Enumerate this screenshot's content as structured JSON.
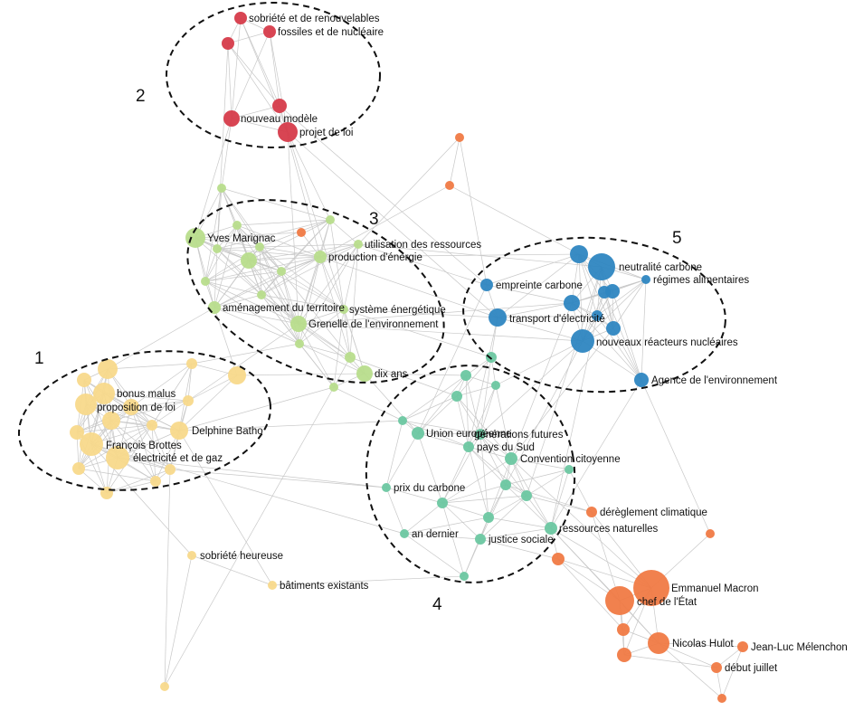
{
  "colors": {
    "red": "#d63b4a",
    "yellow": "#f8d98b",
    "lightgreen": "#b8dd8c",
    "teal": "#6cc7a1",
    "blue": "#2e86c1",
    "orange": "#f07a45",
    "paleyellow": "#f3ef9f",
    "edge": "#c8c8c8"
  },
  "clusters": [
    {
      "number": "1"
    },
    {
      "number": "2"
    },
    {
      "number": "3"
    },
    {
      "number": "4"
    },
    {
      "number": "5"
    }
  ],
  "labels": {
    "n_sobriete_renouv": "sobriété et de renouvelables",
    "n_fossiles": "fossiles et de nucléaire",
    "n_nouveau_modele": "nouveau modèle",
    "n_projet_loi": "projet de loi",
    "n_yves": "Yves Marignac",
    "n_utilisation": "utilisation des ressources",
    "n_production": "production d'énergie",
    "n_amenagement": "aménagement du territoire",
    "n_systeme": "système énergétique",
    "n_grenelle": "Grenelle de l'environnement",
    "n_dix_ans": "dix ans",
    "n_bonus": "bonus malus",
    "n_proposition": "proposition de loi",
    "n_batho": "Delphine Batho",
    "n_brottes": "François Brottes",
    "n_electricite_gaz": "électricité et de gaz",
    "n_neutralite": "neutralité carbone",
    "n_regimes": "régimes alimentaires",
    "n_empreinte": "empreinte carbone",
    "n_transport": "transport d'électricité",
    "n_reacteurs": "nouveaux réacteurs nucléaires",
    "n_agence": "Agence de l'environnement",
    "n_union": "Union européenne",
    "n_generations": "générations futures",
    "n_pays_sud": "pays du Sud",
    "n_convention": "Convention citoyenne",
    "n_prix": "prix du carbone",
    "n_an_dernier": "an dernier",
    "n_justice": "justice sociale",
    "n_ressources": "ressources naturelles",
    "n_dereglement": "dérèglement climatique",
    "n_macron": "Emmanuel Macron",
    "n_chef": "chef de l'État",
    "n_hulot": "Nicolas Hulot",
    "n_melenchon": "Jean-Luc Mélenchon",
    "n_debut": "début juillet",
    "n_sobriete_heur": "sobriété heureuse",
    "n_batiments": "bâtiments existants"
  }
}
